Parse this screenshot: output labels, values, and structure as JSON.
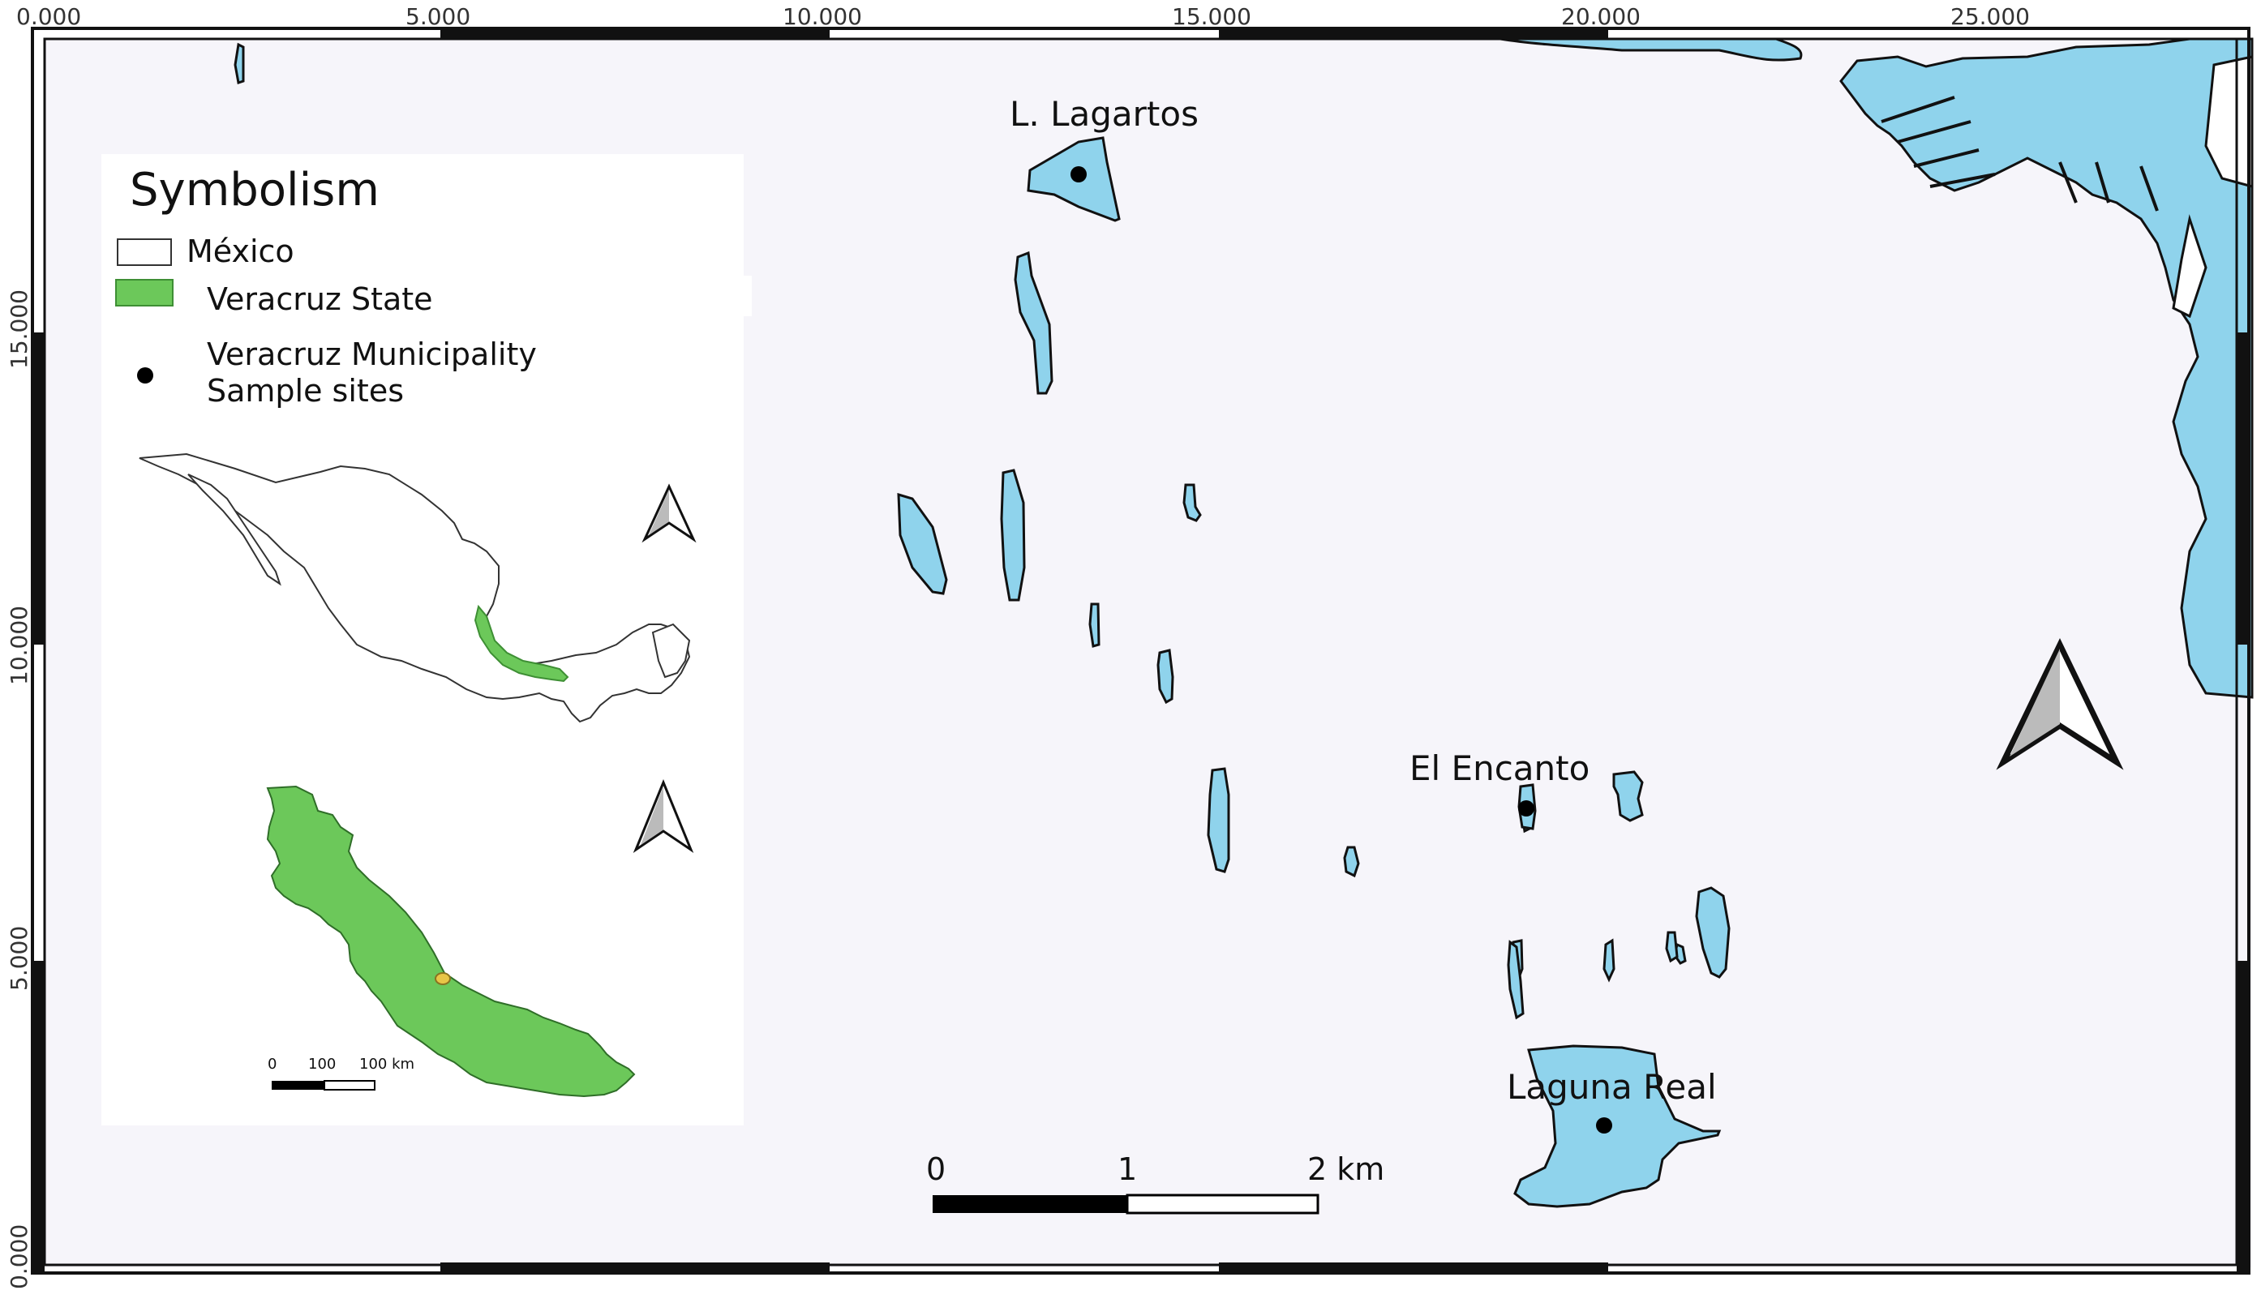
{
  "map": {
    "type": "map",
    "colors": {
      "water": "#8fd3ec",
      "veracruz_state": "#6cc85a",
      "mexico_fill": "#ffffff",
      "sample_site_marker": "#000000",
      "inset_highlight": "#e8c547"
    },
    "frame_ticks": {
      "x_labels": [
        "0.000",
        "5.000",
        "10.000",
        "15.000",
        "20.000",
        "25.000"
      ],
      "y_labels": [
        "0.000",
        "5.000",
        "10.000",
        "15.000"
      ]
    },
    "sample_sites": [
      {
        "name": "L. Lagartos"
      },
      {
        "name": "El Encanto"
      },
      {
        "name": "Laguna Real"
      }
    ],
    "north_arrow": {
      "icon": "north-arrow-icon"
    },
    "scale_bar": {
      "labels": [
        "0",
        "1",
        "2 km"
      ]
    }
  },
  "legend": {
    "title": "Symbolism",
    "items": [
      {
        "label": "México",
        "symbol": "white-box"
      },
      {
        "label": "Veracruz State",
        "symbol": "green-box"
      },
      {
        "label_line1": "Veracruz  Municipality",
        "label_line2": "Sample sites",
        "symbol": "black-dot"
      }
    ],
    "inset_scale": {
      "labels": [
        "0",
        "100",
        "100 km"
      ]
    }
  }
}
